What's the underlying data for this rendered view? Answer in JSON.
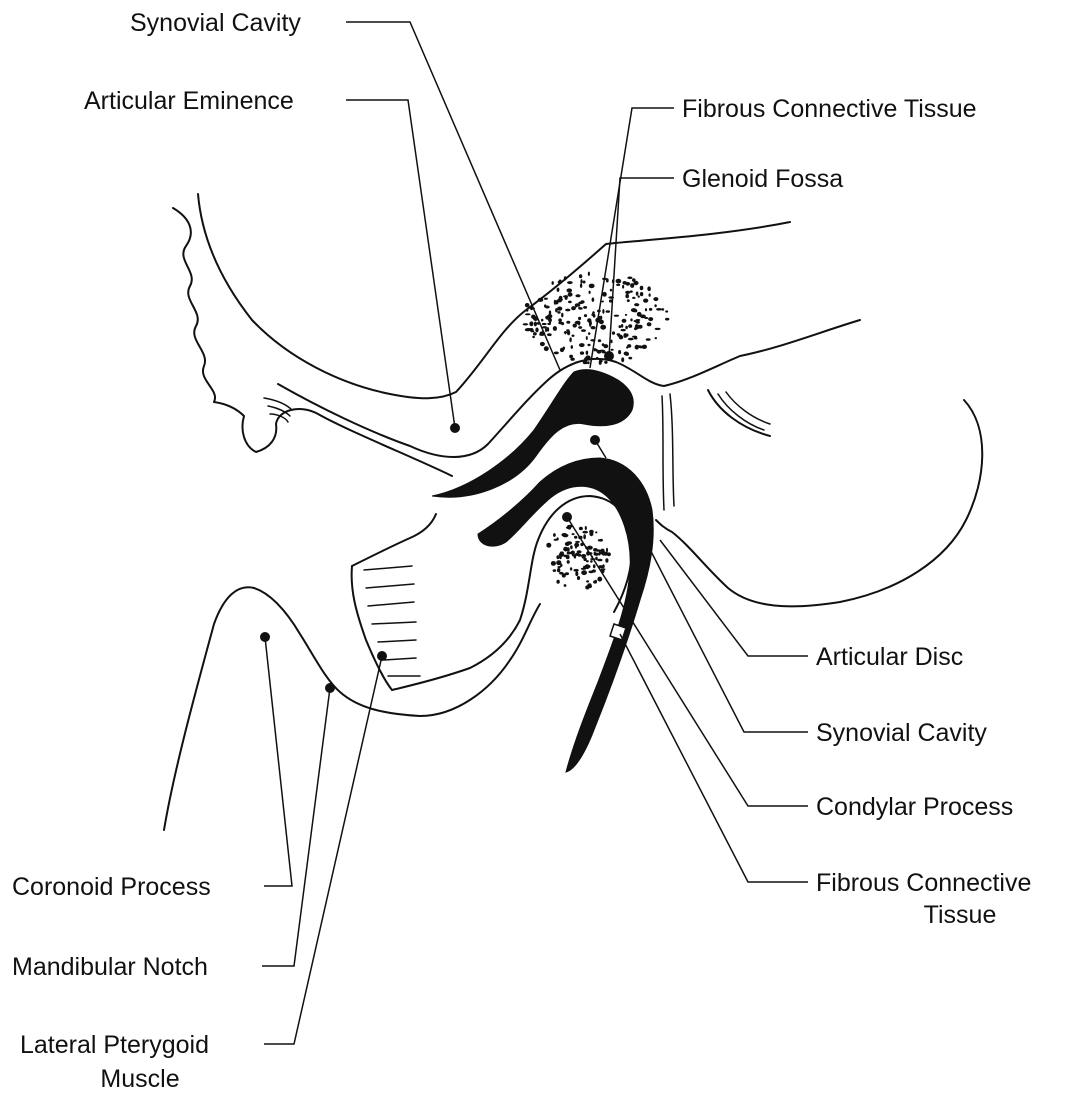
{
  "labels": {
    "synovial_cavity_top": "Synovial Cavity",
    "articular_eminence": "Articular Eminence",
    "fibrous_connective_tissue_top": "Fibrous Connective Tissue",
    "glenoid_fossa": "Glenoid Fossa",
    "articular_disc": "Articular Disc",
    "synovial_cavity_right": "Synovial Cavity",
    "condylar_process": "Condylar Process",
    "fibrous_connective_tissue_right_1": "Fibrous Connective",
    "fibrous_connective_tissue_right_2": "Tissue",
    "coronoid_process": "Coronoid Process",
    "mandibular_notch": "Mandibular Notch",
    "lateral_pterygoid_muscle_1": "Lateral Pterygoid",
    "lateral_pterygoid_muscle_2": "Muscle"
  }
}
